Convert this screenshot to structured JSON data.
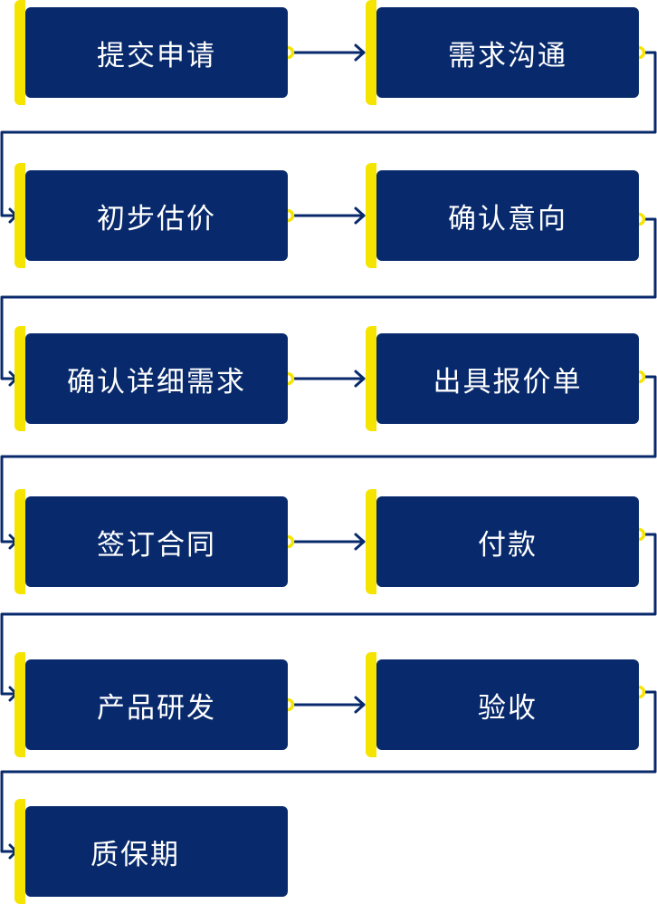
{
  "colors": {
    "box": "#082a6c",
    "accent": "#f5e400",
    "line": "#082a6c",
    "background": "#ffffff"
  },
  "steps": [
    {
      "label": "提交申请"
    },
    {
      "label": "需求沟通"
    },
    {
      "label": "初步估价"
    },
    {
      "label": "确认意向"
    },
    {
      "label": "确认详细需求"
    },
    {
      "label": "出具报价单"
    },
    {
      "label": "签订合同"
    },
    {
      "label": "付款"
    },
    {
      "label": "产品研发"
    },
    {
      "label": "验收"
    },
    {
      "label": "质保期"
    }
  ]
}
